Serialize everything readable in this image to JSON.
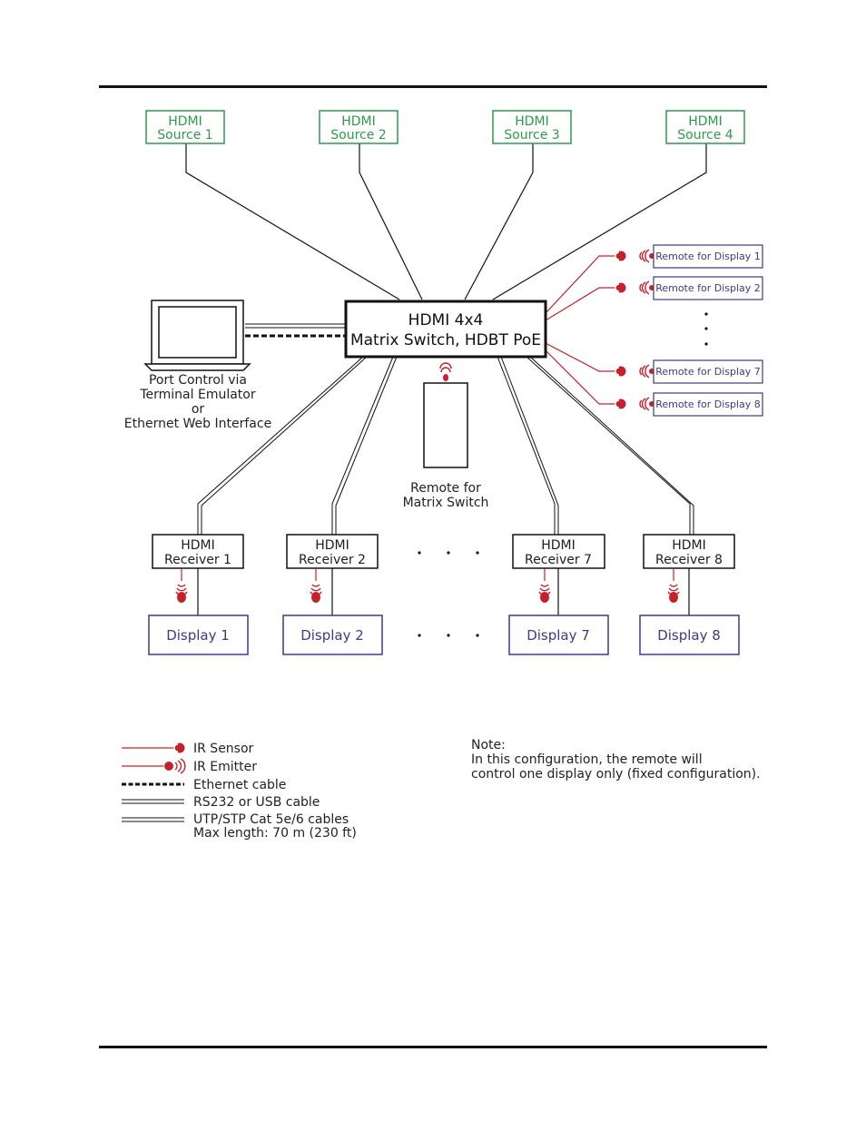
{
  "sources": [
    "HDMI\nSource 1",
    "HDMI\nSource 2",
    "HDMI\nSource 3",
    "HDMI\nSource 4"
  ],
  "switch_label": [
    "HDMI 4x4",
    "Matrix Switch, HDBT PoE"
  ],
  "port_control_label": [
    "Port Control via",
    "Terminal Emulator",
    "or",
    "Ethernet Web Interface"
  ],
  "remotes": [
    "Remote for Display 1",
    "Remote for Display 2",
    "Remote for Display 7",
    "Remote for Display 8"
  ],
  "matrix_remote_label": [
    "Remote for",
    "Matrix Switch"
  ],
  "receivers": [
    "HDMI\nReceiver 1",
    "HDMI\nReceiver 2",
    "HDMI\nReceiver 7",
    "HDMI\nReceiver 8"
  ],
  "displays": [
    "Display 1",
    "Display 2",
    "Display 7",
    "Display 8"
  ],
  "legend": {
    "ir_sensor": "IR Sensor",
    "ir_emitter": "IR Emitter",
    "ethernet": "Ethernet cable",
    "rs232": "RS232 or USB cable",
    "utp_line1": "UTP/STP Cat 5e/6 cables",
    "utp_line2": "Max length: 70 m (230 ft)"
  },
  "note": {
    "title": "Note:",
    "line1": "In this configuration, the remote will",
    "line2": "control one display only (fixed configuration)."
  },
  "colors": {
    "source_green": "#2e9a4a",
    "display_purple": "#3c3a8a",
    "ir_red": "#c8202a"
  }
}
